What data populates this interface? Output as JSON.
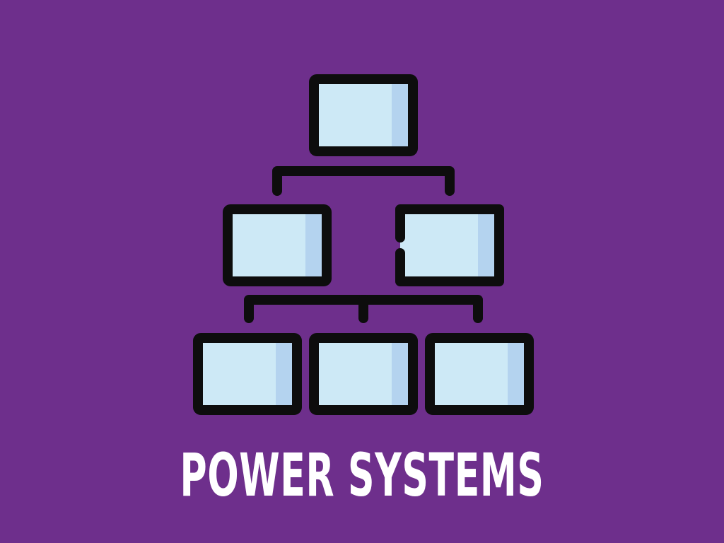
{
  "title": "POWER SYSTEMS",
  "colors": {
    "background": "#6e2f8c",
    "box_fill": "#cde9f6",
    "box_shade": "#b4d3ef",
    "stroke": "#0d0d0d",
    "title_text": "#ffffff"
  },
  "icon": {
    "name": "hierarchy-icon",
    "levels": [
      1,
      2,
      3
    ]
  }
}
